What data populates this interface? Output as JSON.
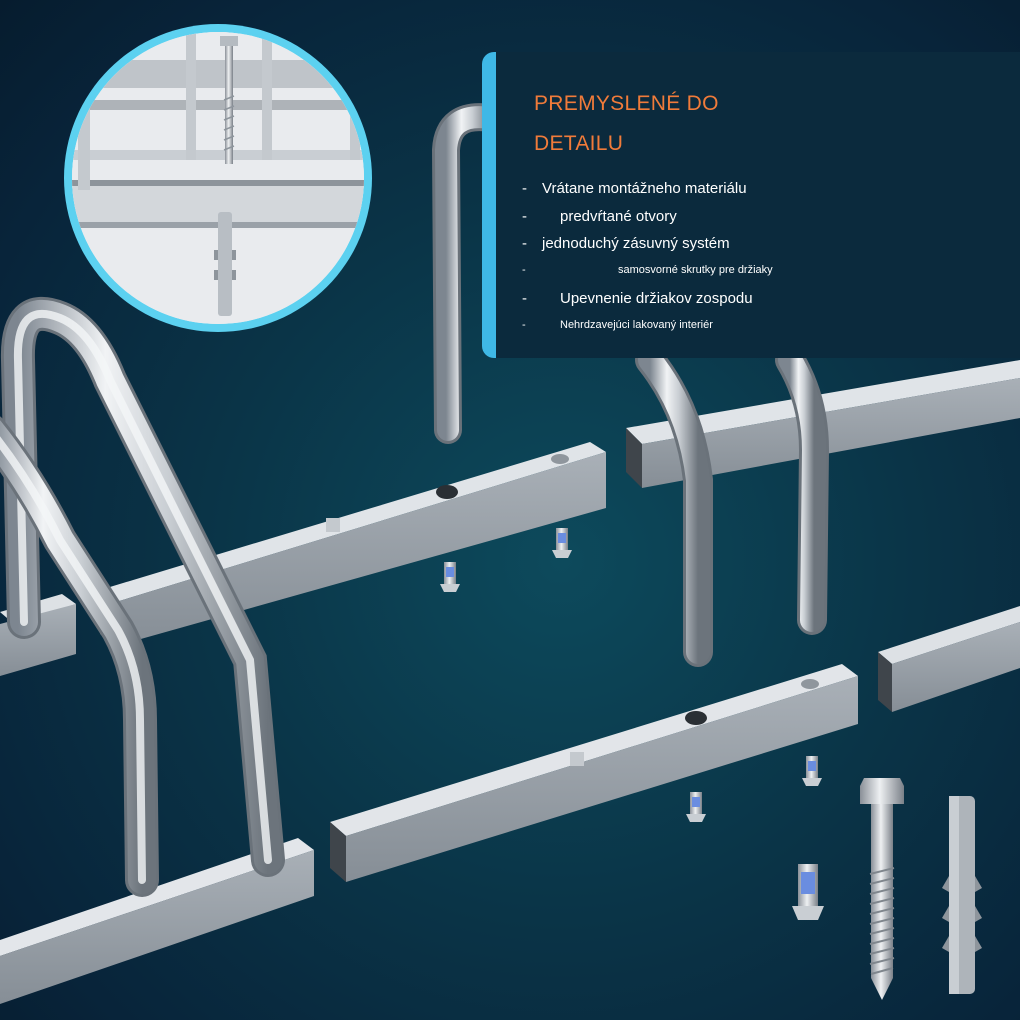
{
  "panel": {
    "title_line1": "PREMYSLENÉ DO",
    "title_line2": "DETAILU",
    "accent_color": "#f07b3a",
    "border_color": "#3fb8e6",
    "features": [
      {
        "dash": "-",
        "text": "Vrátane montážneho materiálu"
      },
      {
        "dash": "-",
        "text": "predvŕtané otvory"
      },
      {
        "dash": "-",
        "text": "jednoduchý zásuvný systém"
      },
      {
        "dash": "-",
        "text": "samosvorné skrutky pre držiaky"
      },
      {
        "dash": "-",
        "text": "Upevnenie držiakov zospodu"
      },
      {
        "dash": "-",
        "text": "Nehrdzavejúci lakovaný interiér"
      }
    ]
  },
  "icons": [
    "magnifier-circle-icon",
    "bolt-icon",
    "wall-plug-icon",
    "screw-icon"
  ]
}
